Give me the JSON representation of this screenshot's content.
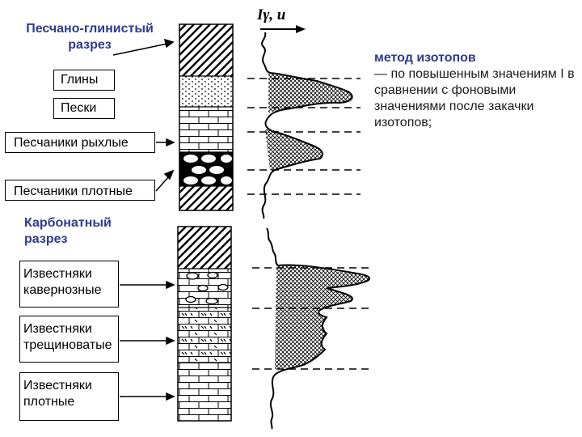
{
  "section1_title": "Песчано-глинистый разрез",
  "section2_title": "Карбонатный разрез",
  "labels": {
    "clays": "Глины",
    "sands": "Пески",
    "loose_sandstones": "Песчаники рыхлые",
    "dense_sandstones": "Песчаники плотные",
    "cavernous_limestones": "Известняки кавернозные",
    "fractured_limestones": "Известняки трещиноватые",
    "dense_limestones": "Известняки плотные"
  },
  "axis_label": "Iγ, и",
  "note": {
    "title": "метод изотопов",
    "body": "— по повышенным значениям I в сравнении с фоновыми значениями после закачки изотопов;"
  },
  "colors": {
    "heading": "#2e3b8f",
    "ink": "#000000"
  },
  "icons": [
    "arrow-icon"
  ]
}
